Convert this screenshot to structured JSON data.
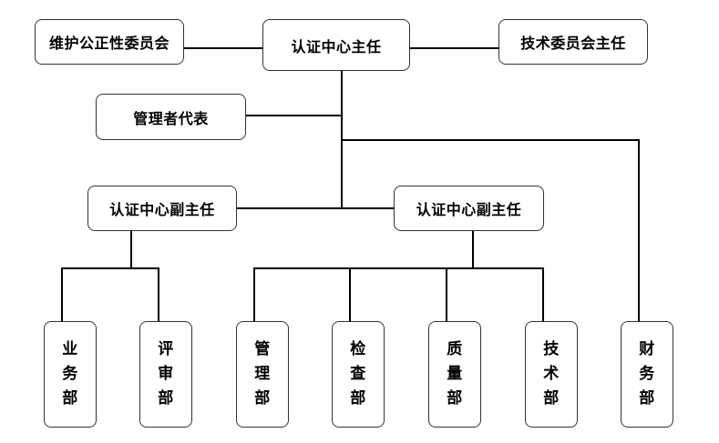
{
  "org_chart": {
    "director": "认证中心主任",
    "maintenance_committee": "维护公正性委员会",
    "technical_committee_director": "技术委员会主任",
    "management_representative": "管理者代表",
    "deputy_director_left": "认证中心副主任",
    "deputy_director_right": "认证中心副主任",
    "departments": {
      "business": "业务部",
      "review": "评审部",
      "management": "管理部",
      "inspection": "检查部",
      "quality": "质量部",
      "technical": "技术部",
      "finance": "财务部"
    }
  }
}
